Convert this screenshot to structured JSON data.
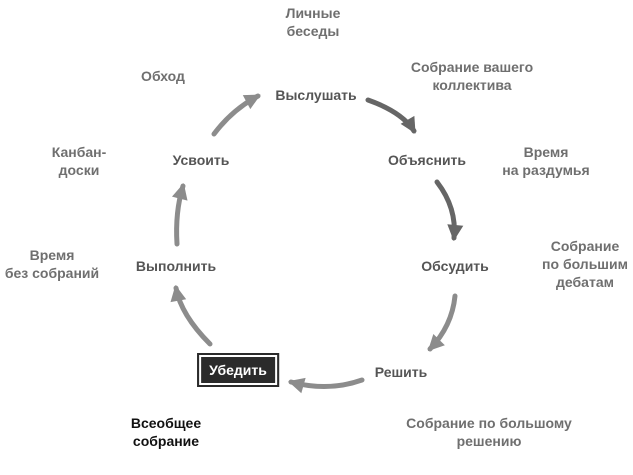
{
  "cycle": {
    "nodes": [
      {
        "id": "listen",
        "label": "Выслушать"
      },
      {
        "id": "explain",
        "label": "Объяснить"
      },
      {
        "id": "discuss",
        "label": "Обсудить"
      },
      {
        "id": "decide",
        "label": "Решить"
      },
      {
        "id": "convince",
        "label": "Убедить",
        "highlighted": true
      },
      {
        "id": "execute",
        "label": "Выполнить"
      },
      {
        "id": "learn",
        "label": "Усвоить"
      }
    ],
    "annotations": [
      {
        "id": "personal-talks",
        "lines": [
          "Личные",
          "беседы"
        ]
      },
      {
        "id": "team-meeting",
        "lines": [
          "Собрание вашего",
          "коллектива"
        ]
      },
      {
        "id": "time-to-think",
        "lines": [
          "Время",
          "на раздумья"
        ]
      },
      {
        "id": "debate-meeting",
        "lines": [
          "Собрание",
          "по большим",
          "дебатам"
        ]
      },
      {
        "id": "decision-meeting",
        "lines": [
          "Собрание по большому",
          "решению"
        ]
      },
      {
        "id": "general-meeting",
        "lines": [
          "Всеобщее",
          "собрание"
        ],
        "emphasis": true
      },
      {
        "id": "time-no-meetings",
        "lines": [
          "Время",
          "без собраний"
        ]
      },
      {
        "id": "kanban",
        "lines": [
          "Канбан-",
          "доски"
        ]
      },
      {
        "id": "walkaround",
        "lines": [
          "Обход"
        ]
      }
    ]
  },
  "colors": {
    "arrow": "#8c8c8c",
    "arrow_dark": "#666666",
    "node_text": "#555555",
    "annotation_text": "#6f6f6f",
    "highlight_bg": "#2b2b2b",
    "highlight_text": "#ffffff"
  }
}
